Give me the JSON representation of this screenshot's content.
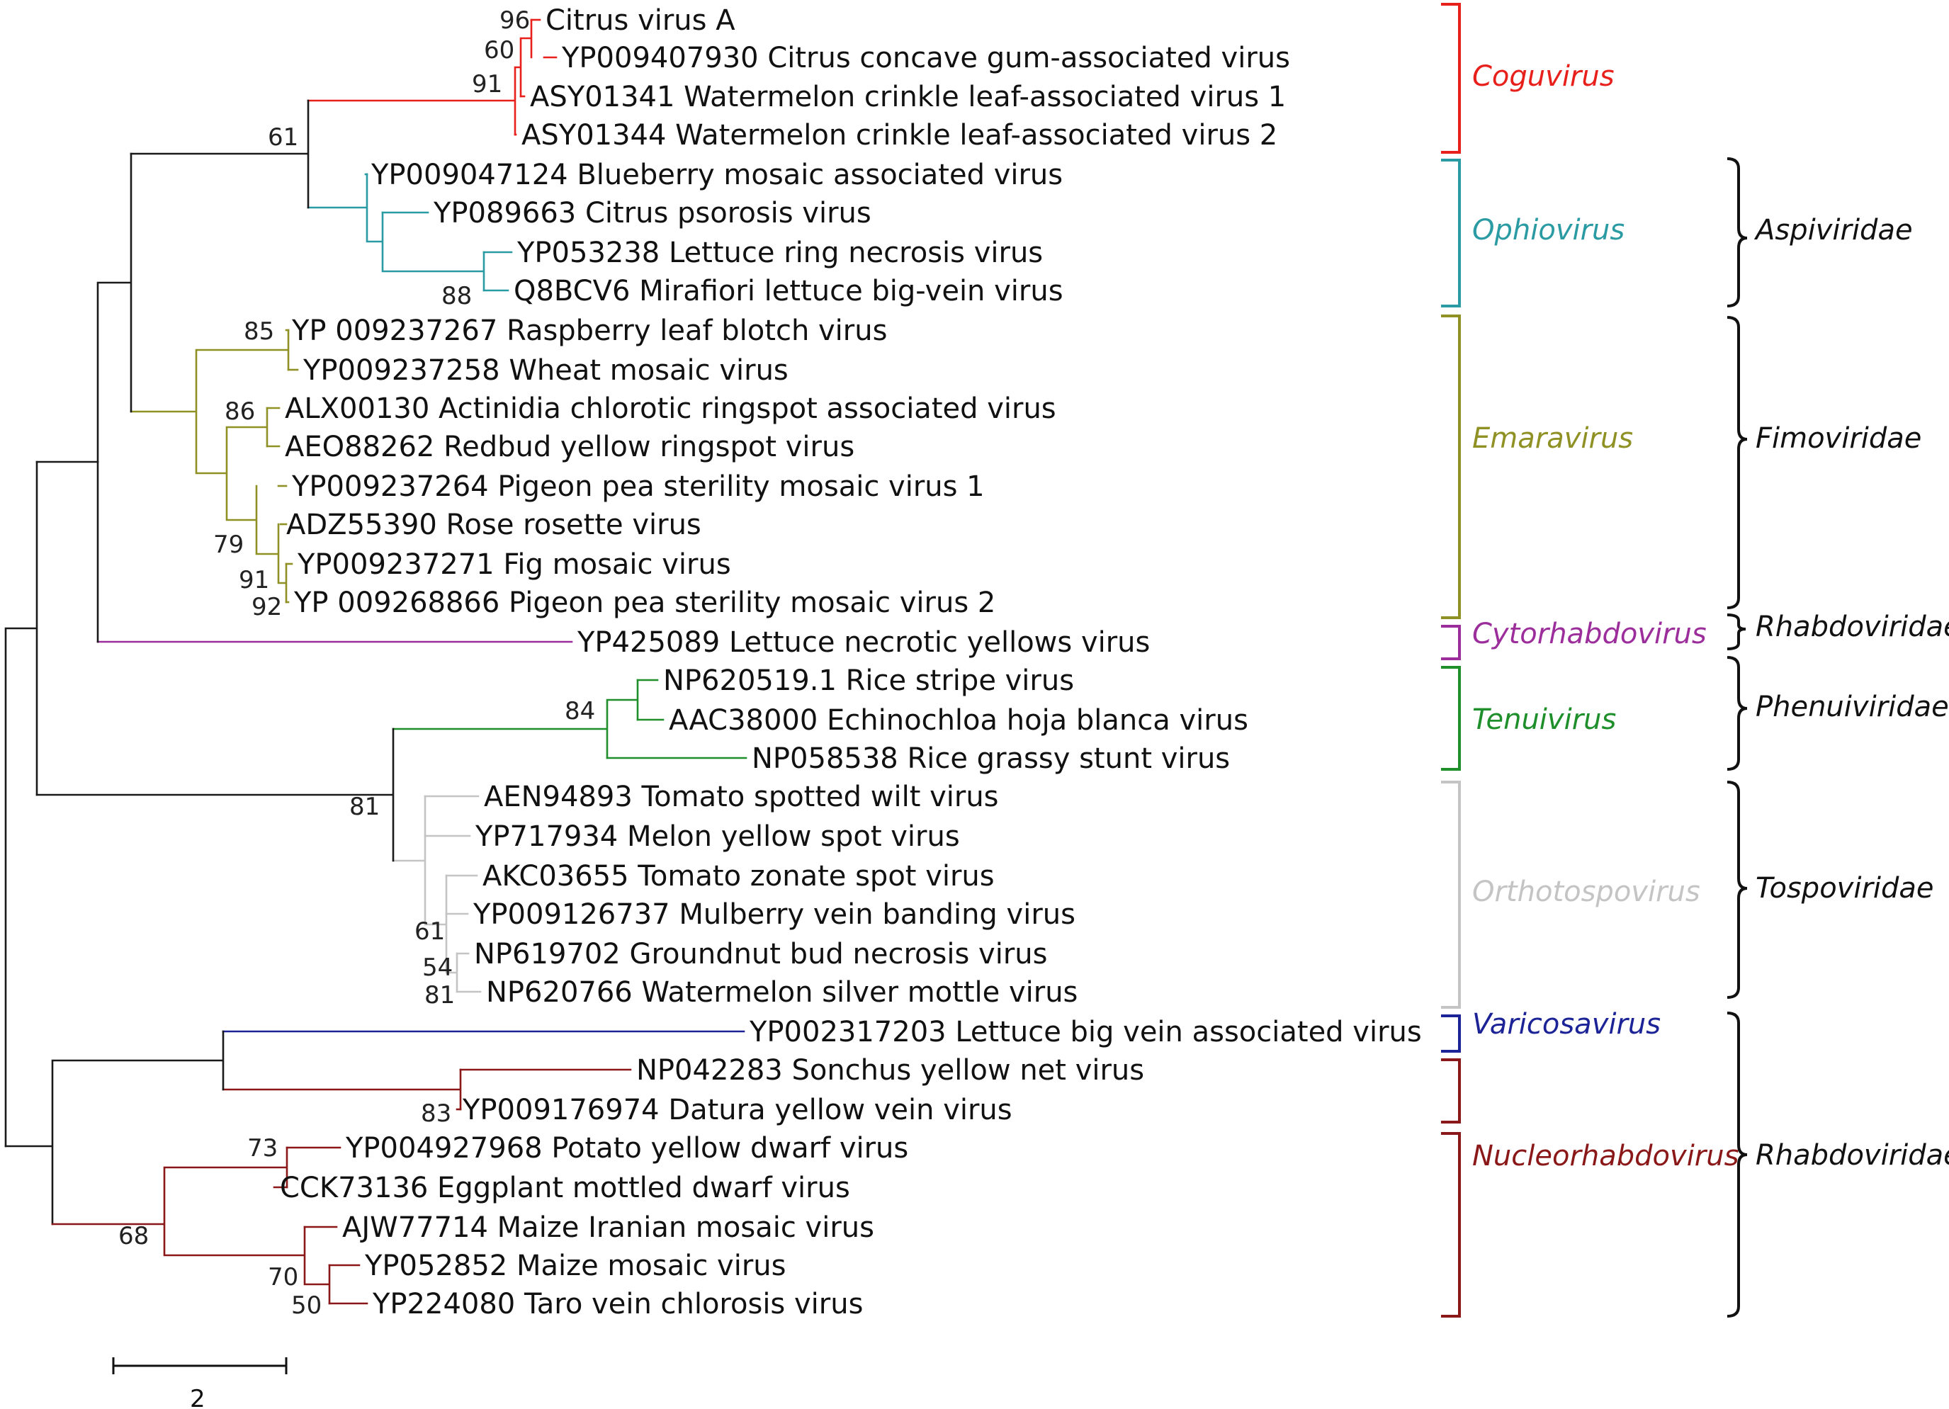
{
  "colors": {
    "root": "#1a1a1a",
    "coguvirus": "#e8201c",
    "ophiovirus": "#2a9aa3",
    "emaravirus": "#8f9125",
    "cytorhabdovirus": "#9c2e9c",
    "tenuivirus": "#1e8f2a",
    "orthotospovirus": "#c4c4c4",
    "varicosavirus": "#1b2396",
    "nucleorhabdovirus": "#8b1818",
    "family": "#111111"
  },
  "taxa": [
    {
      "label": "Citrus virus A",
      "color": "coguvirus"
    },
    {
      "label": "YP009407930 Citrus concave gum-associated virus",
      "color": "coguvirus"
    },
    {
      "label": "ASY01341 Watermelon crinkle leaf-associated virus 1",
      "color": "coguvirus"
    },
    {
      "label": "ASY01344 Watermelon crinkle leaf-associated virus 2",
      "color": "coguvirus"
    },
    {
      "label": "YP009047124 Blueberry mosaic associated virus",
      "color": "ophiovirus"
    },
    {
      "label": "YP089663 Citrus psorosis virus",
      "color": "ophiovirus"
    },
    {
      "label": "YP053238 Lettuce ring necrosis virus",
      "color": "ophiovirus"
    },
    {
      "label": "Q8BCV6 Mirafiori lettuce big-vein virus",
      "color": "ophiovirus"
    },
    {
      "label": "YP 009237267 Raspberry leaf blotch virus",
      "color": "emaravirus"
    },
    {
      "label": "YP009237258 Wheat mosaic virus",
      "color": "emaravirus"
    },
    {
      "label": "ALX00130 Actinidia chlorotic ringspot associated virus",
      "color": "emaravirus"
    },
    {
      "label": "AEO88262 Redbud yellow ringspot virus",
      "color": "emaravirus"
    },
    {
      "label": "YP009237264 Pigeon pea sterility mosaic virus 1",
      "color": "emaravirus"
    },
    {
      "label": "ADZ55390 Rose rosette virus",
      "color": "emaravirus"
    },
    {
      "label": "YP009237271 Fig mosaic virus",
      "color": "emaravirus"
    },
    {
      "label": "YP 009268866 Pigeon pea sterility mosaic virus 2",
      "color": "emaravirus"
    },
    {
      "label": "YP425089 Lettuce necrotic yellows virus",
      "color": "cytorhabdovirus"
    },
    {
      "label": "NP620519.1 Rice stripe virus",
      "color": "tenuivirus"
    },
    {
      "label": "AAC38000 Echinochloa hoja blanca virus",
      "color": "tenuivirus"
    },
    {
      "label": "NP058538 Rice grassy stunt virus",
      "color": "tenuivirus"
    },
    {
      "label": "AEN94893 Tomato spotted wilt virus",
      "color": "orthotospovirus"
    },
    {
      "label": "YP717934 Melon yellow spot virus",
      "color": "orthotospovirus"
    },
    {
      "label": "AKC03655 Tomato zonate spot virus",
      "color": "orthotospovirus"
    },
    {
      "label": "YP009126737 Mulberry vein banding virus",
      "color": "orthotospovirus"
    },
    {
      "label": "NP619702 Groundnut bud necrosis virus",
      "color": "orthotospovirus"
    },
    {
      "label": "NP620766 Watermelon silver mottle virus",
      "color": "orthotospovirus"
    },
    {
      "label": "YP002317203 Lettuce big vein associated virus",
      "color": "varicosavirus"
    },
    {
      "label": "NP042283 Sonchus yellow net virus",
      "color": "nucleorhabdovirus"
    },
    {
      "label": "YP009176974 Datura yellow vein virus",
      "color": "nucleorhabdovirus"
    },
    {
      "label": "YP004927968 Potato yellow dwarf virus",
      "color": "nucleorhabdovirus"
    },
    {
      "label": "CCK73136 Eggplant mottled dwarf virus",
      "color": "nucleorhabdovirus"
    },
    {
      "label": "AJW77714 Maize Iranian mosaic virus",
      "color": "nucleorhabdovirus"
    },
    {
      "label": "YP052852 Maize mosaic virus",
      "color": "nucleorhabdovirus"
    },
    {
      "label": "YP224080 Taro vein chlorosis virus",
      "color": "nucleorhabdovirus"
    }
  ],
  "bootstrap": [
    "96",
    "60",
    "91",
    "61",
    "88",
    "85",
    "86",
    "79",
    "91",
    "92",
    "84",
    "81",
    "61",
    "54",
    "81",
    "83",
    "73",
    "68",
    "70",
    "50"
  ],
  "genera": [
    {
      "name": "Coguvirus",
      "color": "coguvirus"
    },
    {
      "name": "Ophiovirus",
      "color": "ophiovirus"
    },
    {
      "name": "Emaravirus",
      "color": "emaravirus"
    },
    {
      "name": "Cytorhabdovirus",
      "color": "cytorhabdovirus"
    },
    {
      "name": "Tenuivirus",
      "color": "tenuivirus"
    },
    {
      "name": "Orthotospovirus",
      "color": "orthotospovirus"
    },
    {
      "name": "Varicosavirus",
      "color": "varicosavirus"
    },
    {
      "name": "Nucleorhabdovirus",
      "color": "nucleorhabdovirus"
    }
  ],
  "families": [
    {
      "name": "Aspiviridae"
    },
    {
      "name": "Fimoviridae"
    },
    {
      "name": "Rhabdoviridae"
    },
    {
      "name": "Phenuiviridae"
    },
    {
      "name": "Tospoviridae"
    },
    {
      "name": "Rhabdoviridae"
    }
  ],
  "scale_bar": {
    "label": "2"
  }
}
